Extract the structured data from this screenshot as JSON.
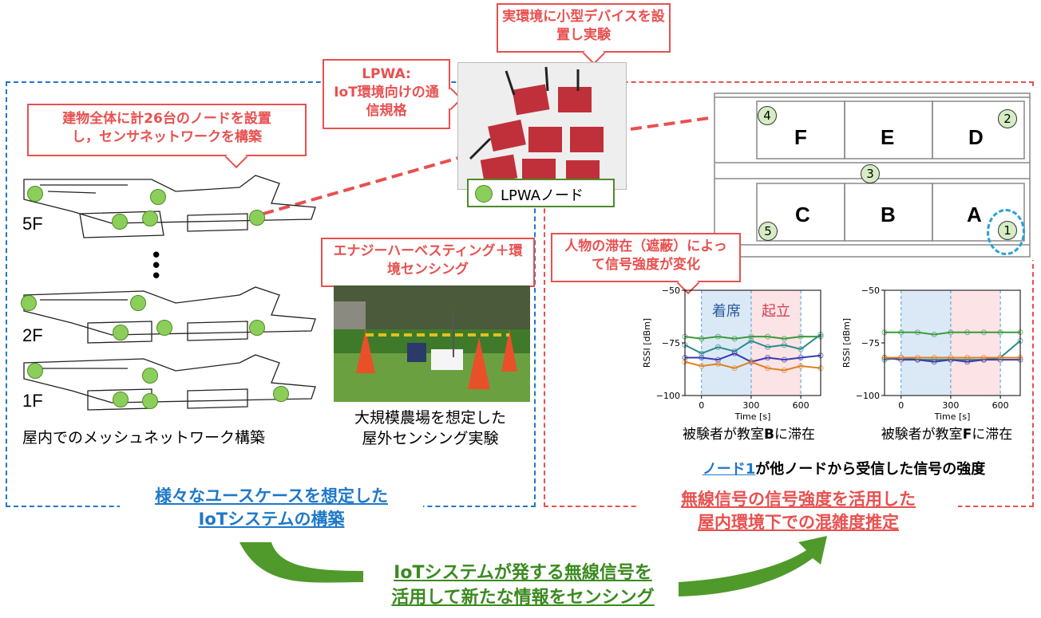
{
  "callouts": {
    "top_device": "実環境に小型デバイスを設置し実験",
    "lpwa_title": "LPWA:",
    "lpwa_body": "IoT環境向けの通信規格",
    "nodes": "建物全体に計26台のノードを設置し，センサネットワークを構築",
    "energy": "エナジーハーベスティング＋環境センシング",
    "person": "人物の滞在（遮蔽）によって信号強度が変化"
  },
  "lpwa_legend": "LPWAノード",
  "floors": [
    "5F",
    "2F",
    "1F"
  ],
  "left": {
    "mesh_caption": "屋内でのメッシュネットワーク構築",
    "farm_caption_1": "大規模農場を想定した",
    "farm_caption_2": "屋外センシング実験",
    "title_1": "様々なユースケースを想定した",
    "title_2": "IoTシステムの構築"
  },
  "floorplan": {
    "rooms": [
      "F",
      "E",
      "D",
      "C",
      "B",
      "A"
    ],
    "node_numbers": [
      "4",
      "2",
      "3",
      "5",
      "1"
    ]
  },
  "chart_data": [
    {
      "type": "line",
      "xlabel": "Time [s]",
      "ylabel": "RSSI [dBm]",
      "ylim": [
        -100,
        -50
      ],
      "xlim": [
        -100,
        720
      ],
      "xticks": [
        0,
        300,
        600
      ],
      "yticks": [
        -50,
        -75,
        -100
      ],
      "regions": [
        {
          "label": "着席",
          "from": 0,
          "to": 300,
          "color": "#dbe9f7"
        },
        {
          "label": "起立",
          "from": 300,
          "to": 600,
          "color": "#fbe3e6"
        }
      ],
      "series": [
        {
          "color": "#3a9a3a",
          "x": [
            -100,
            0,
            100,
            200,
            300,
            400,
            500,
            600,
            720
          ],
          "values": [
            -72,
            -73,
            -72,
            -73,
            -72,
            -72,
            -73,
            -72,
            -72
          ]
        },
        {
          "color": "#2a8a8a",
          "x": [
            -100,
            0,
            100,
            200,
            300,
            400,
            500,
            600,
            720
          ],
          "values": [
            -76,
            -80,
            -77,
            -79,
            -74,
            -77,
            -76,
            -78,
            -71
          ]
        },
        {
          "color": "#3a3ab0",
          "x": [
            -100,
            0,
            100,
            200,
            300,
            400,
            500,
            600,
            720
          ],
          "values": [
            -82,
            -82,
            -83,
            -80,
            -84,
            -82,
            -83,
            -82,
            -81
          ]
        },
        {
          "color": "#e08020",
          "x": [
            -100,
            0,
            100,
            200,
            300,
            400,
            500,
            600,
            720
          ],
          "values": [
            -84,
            -86,
            -85,
            -87,
            -84,
            -87,
            -88,
            -86,
            -87
          ]
        }
      ],
      "caption_prefix": "被験者が教室",
      "caption_room": "B",
      "caption_suffix": "に滞在"
    },
    {
      "type": "line",
      "xlabel": "Time [s]",
      "ylabel": "RSSI [dBm]",
      "ylim": [
        -100,
        -50
      ],
      "xlim": [
        -100,
        720
      ],
      "xticks": [
        0,
        300,
        600
      ],
      "yticks": [
        -50,
        -75,
        -100
      ],
      "regions": [
        {
          "label": "",
          "from": 0,
          "to": 300,
          "color": "#dbe9f7"
        },
        {
          "label": "",
          "from": 300,
          "to": 600,
          "color": "#fbe3e6"
        }
      ],
      "series": [
        {
          "color": "#3a9a3a",
          "x": [
            -100,
            0,
            100,
            200,
            300,
            400,
            500,
            600,
            720
          ],
          "values": [
            -70,
            -70,
            -70,
            -71,
            -70,
            -70,
            -70,
            -70,
            -70
          ]
        },
        {
          "color": "#2a8a8a",
          "x": [
            -100,
            0,
            100,
            200,
            300,
            400,
            500,
            600,
            720
          ],
          "values": [
            -83,
            -82,
            -83,
            -83,
            -83,
            -83,
            -83,
            -82,
            -74
          ]
        },
        {
          "color": "#3a3ab0",
          "x": [
            -100,
            0,
            100,
            200,
            300,
            400,
            500,
            600,
            720
          ],
          "values": [
            -82,
            -83,
            -83,
            -84,
            -83,
            -84,
            -83,
            -83,
            -83
          ]
        },
        {
          "color": "#e08020",
          "x": [
            -100,
            0,
            100,
            200,
            300,
            400,
            500,
            600,
            720
          ],
          "values": [
            -82,
            -82,
            -82,
            -82,
            -82,
            -82,
            -82,
            -82,
            -82
          ]
        }
      ],
      "caption_prefix": "被験者が教室",
      "caption_room": "F",
      "caption_suffix": "に滞在"
    }
  ],
  "right": {
    "signal_node": "ノード1",
    "signal_rest": "が他ノードから受信した信号の強度",
    "title_1": "無線信号の信号強度を活用した",
    "title_2": "屋内環境下での混雑度推定"
  },
  "bottom": {
    "title_1": "IoTシステムが発する無線信号を",
    "title_2": "活用して新たな情報をセンシング"
  },
  "colors": {
    "blue": "#1f78c8",
    "red": "#e8504f",
    "green": "#3a8a1f",
    "node": "#8cce5a"
  }
}
